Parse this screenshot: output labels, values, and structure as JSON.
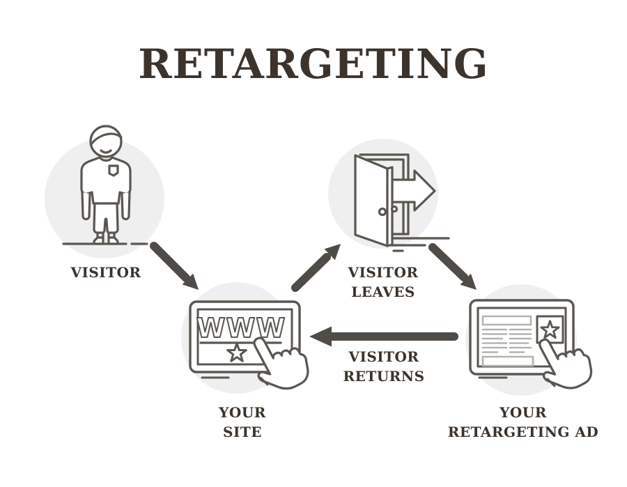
{
  "title": "RETARGETING",
  "diagram": {
    "nodes": [
      {
        "id": "visitor",
        "label_lines": [
          "VISITOR"
        ],
        "icon": "person-icon"
      },
      {
        "id": "your-site",
        "label_lines": [
          "YOUR",
          "SITE"
        ],
        "icon": "www-browser-icon",
        "browser_text": "WWW"
      },
      {
        "id": "visitor-leaves",
        "label_lines": [
          "VISITOR",
          "LEAVES"
        ],
        "icon": "exit-door-icon"
      },
      {
        "id": "your-retargeting-ad",
        "label_lines": [
          "YOUR",
          "RETARGETING AD"
        ],
        "icon": "ad-browser-icon"
      }
    ],
    "edges": [
      {
        "from": "visitor",
        "to": "your-site"
      },
      {
        "from": "your-site",
        "to": "visitor-leaves"
      },
      {
        "from": "visitor-leaves",
        "to": "your-retargeting-ad"
      },
      {
        "from": "your-retargeting-ad",
        "to": "your-site",
        "label_lines": [
          "VISITOR",
          "RETURNS"
        ]
      }
    ],
    "colors": {
      "background": "#ffffff",
      "heading_text": "#3b332c",
      "icon_outline": "#5a5650",
      "icon_light_outline": "#b5b3b0",
      "arrow": "#4f4b46",
      "circle_fill": "#efefef"
    }
  }
}
